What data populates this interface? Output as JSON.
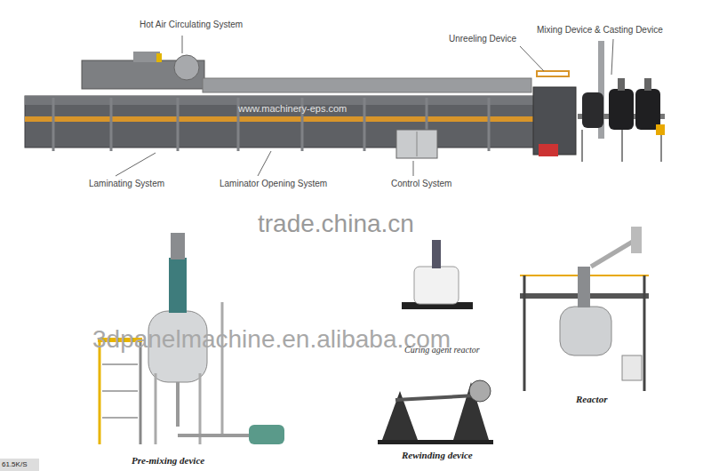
{
  "diagram": {
    "labels": [
      "Hot Air Circulating System",
      "Unreeling Device",
      "Mixing Device & Casting Device",
      "www.machinery-eps.com",
      "Laminating  System",
      "Laminator Opening System",
      "Control System",
      "trade.china.cn",
      "3dpanelmachine.en.alibaba.com",
      "Curing agent reactor",
      "Reactor",
      "Pre-mixing device",
      "Rewinding device",
      "61.5K/S"
    ]
  }
}
